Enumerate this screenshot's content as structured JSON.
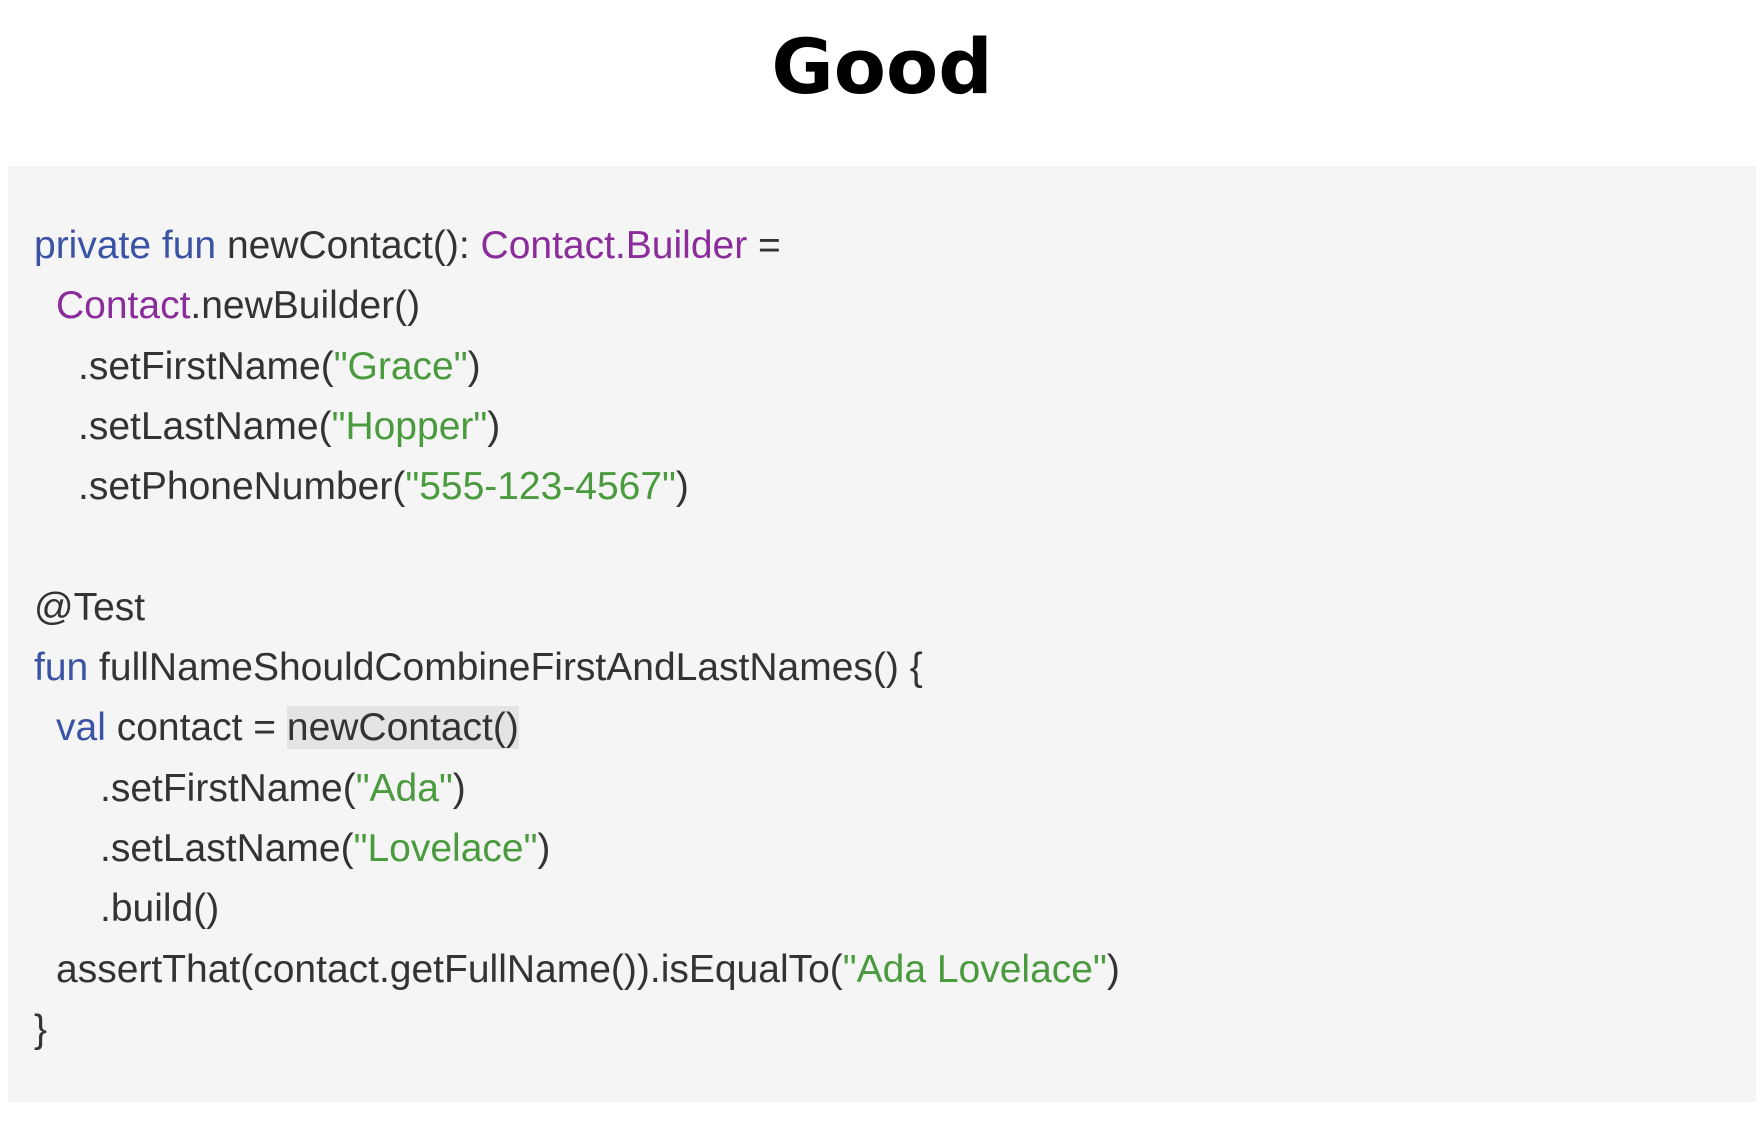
{
  "slide": {
    "title": "Good"
  },
  "code": {
    "lines": [
      {
        "indent": 0,
        "tokens": [
          {
            "text": "private fun",
            "kind": "kw"
          },
          {
            "text": " newContact(): ",
            "kind": "plain"
          },
          {
            "text": "Contact.Builder",
            "kind": "type"
          },
          {
            "text": " =",
            "kind": "plain"
          }
        ]
      },
      {
        "indent": 1,
        "tokens": [
          {
            "text": "Contact",
            "kind": "type"
          },
          {
            "text": ".newBuilder()",
            "kind": "plain"
          }
        ]
      },
      {
        "indent": 2,
        "tokens": [
          {
            "text": ".setFirstName(",
            "kind": "plain"
          },
          {
            "text": "\"Grace\"",
            "kind": "str"
          },
          {
            "text": ")",
            "kind": "plain"
          }
        ]
      },
      {
        "indent": 2,
        "tokens": [
          {
            "text": ".setLastName(",
            "kind": "plain"
          },
          {
            "text": "\"Hopper\"",
            "kind": "str"
          },
          {
            "text": ")",
            "kind": "plain"
          }
        ]
      },
      {
        "indent": 2,
        "tokens": [
          {
            "text": ".setPhoneNumber(",
            "kind": "plain"
          },
          {
            "text": "\"555-123-4567\"",
            "kind": "str"
          },
          {
            "text": ")",
            "kind": "plain"
          }
        ]
      },
      {
        "indent": 0,
        "tokens": []
      },
      {
        "indent": 0,
        "tokens": [
          {
            "text": "@Test",
            "kind": "plain"
          }
        ]
      },
      {
        "indent": 0,
        "tokens": [
          {
            "text": "fun",
            "kind": "kw"
          },
          {
            "text": " fullNameShouldCombineFirstAndLastNames() {",
            "kind": "plain"
          }
        ]
      },
      {
        "indent": 1,
        "tokens": [
          {
            "text": "val",
            "kind": "kw"
          },
          {
            "text": " contact = ",
            "kind": "plain"
          },
          {
            "text": "newContact()",
            "kind": "plain",
            "highlight": true
          }
        ]
      },
      {
        "indent": 3,
        "tokens": [
          {
            "text": ".setFirstName(",
            "kind": "plain"
          },
          {
            "text": "\"Ada\"",
            "kind": "str"
          },
          {
            "text": ")",
            "kind": "plain"
          }
        ]
      },
      {
        "indent": 3,
        "tokens": [
          {
            "text": ".setLastName(",
            "kind": "plain"
          },
          {
            "text": "\"Lovelace\"",
            "kind": "str"
          },
          {
            "text": ")",
            "kind": "plain"
          }
        ]
      },
      {
        "indent": 3,
        "tokens": [
          {
            "text": ".build()",
            "kind": "plain"
          }
        ]
      },
      {
        "indent": 1,
        "tokens": [
          {
            "text": "assertThat(contact.getFullName()).isEqualTo(",
            "kind": "plain"
          },
          {
            "text": "\"Ada Lovelace\"",
            "kind": "str"
          },
          {
            "text": ")",
            "kind": "plain"
          }
        ]
      },
      {
        "indent": 0,
        "tokens": [
          {
            "text": "}",
            "kind": "plain"
          }
        ]
      }
    ]
  },
  "colors": {
    "keyword": "#3a53a4",
    "type": "#8a2c9a",
    "string": "#4a9a3e",
    "text": "#333333",
    "panel_background": "#f5f5f5",
    "highlight_background": "#e4e4e4"
  }
}
